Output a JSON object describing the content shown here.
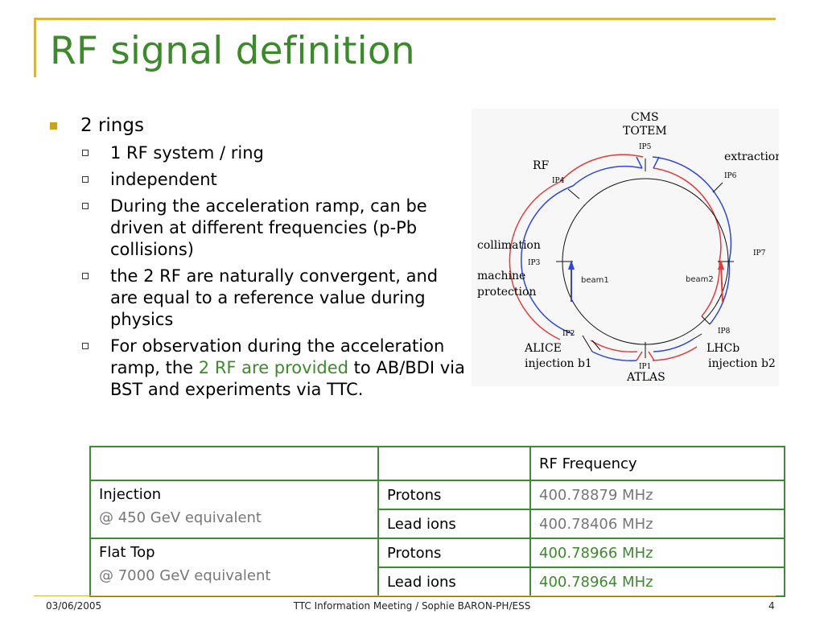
{
  "slide": {
    "title": "RF signal definition",
    "bullets": {
      "main": "2 rings",
      "sub": [
        "1 RF system / ring",
        "independent",
        "During the acceleration ramp, can be driven at different frequencies (p-Pb collisions)",
        "the 2 RF are naturally convergent, and are equal to a reference value during physics"
      ],
      "last": {
        "pre": "For observation during the acceleration ramp, the ",
        "highlight": "2 RF are provided",
        "post": " to AB/BDI via BST and experiments via TTC."
      }
    }
  },
  "figure": {
    "labels": {
      "cms": "CMS",
      "totem": "TOTEM",
      "extraction": "extraction",
      "rf": "RF",
      "collimation": "collimation",
      "machine": "machine",
      "protection": "protection",
      "alice": "ALICE",
      "injection_b1": "injection b1",
      "lhcb": "LHCb",
      "injection_b2": "injection b2",
      "atlas": "ATLAS",
      "beam1": "beam1",
      "beam2": "beam2",
      "ip1": "IP1",
      "ip2": "IP2",
      "ip3": "IP3",
      "ip4": "IP4",
      "ip5": "IP5",
      "ip6": "IP6",
      "ip7": "IP7",
      "ip8": "IP8"
    },
    "colors": {
      "beam1": "#e23b3b",
      "beam2": "#2f47d6",
      "ring": "#111111"
    }
  },
  "table": {
    "header": [
      "",
      "",
      "RF Frequency"
    ],
    "rows": [
      {
        "phase": "Injection",
        "phase_sub": "@ 450 GeV equivalent",
        "items": [
          {
            "particle": "Protons",
            "freq": "400.78879 MHz"
          },
          {
            "particle": "Lead ions",
            "freq": "400.78406 MHz"
          }
        ]
      },
      {
        "phase": "Flat Top",
        "phase_sub": "@ 7000 GeV equivalent",
        "items": [
          {
            "particle": "Protons",
            "freq": "400.78966 MHz"
          },
          {
            "particle": "Lead ions",
            "freq": "400.78964 MHz"
          }
        ]
      }
    ]
  },
  "footer": {
    "date": "03/06/2005",
    "center": "TTC Information Meeting / Sophie BARON-PH/ESS",
    "page": "4"
  }
}
